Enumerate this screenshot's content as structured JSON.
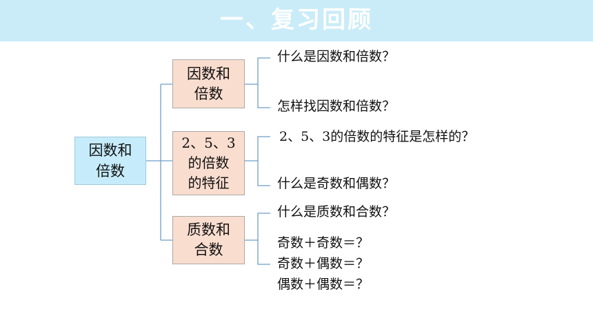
{
  "header": {
    "title": "一、复习回顾"
  },
  "root": {
    "label": "因数和\n倍数"
  },
  "branches": [
    {
      "label": "因数和\n倍数",
      "leaves": [
        "什么是因数和倍数？",
        "怎样找因数和倍数？"
      ]
    },
    {
      "label": "2、5、3\n的倍数\n的特征",
      "leaves": [
        "2、5、3的倍数的特征是怎样的？",
        "什么是奇数和偶数？"
      ]
    },
    {
      "label": "质数和\n合数",
      "leaves": [
        "什么是质数和合数？",
        "奇数＋奇数＝？",
        "奇数＋偶数＝？",
        "偶数＋偶数＝？"
      ]
    }
  ],
  "colors": {
    "banner": "#c9ecf8",
    "root_fill": "#c6ecfb",
    "branch_fill": "#f9ddcf",
    "connector": "#6d9ec8"
  }
}
